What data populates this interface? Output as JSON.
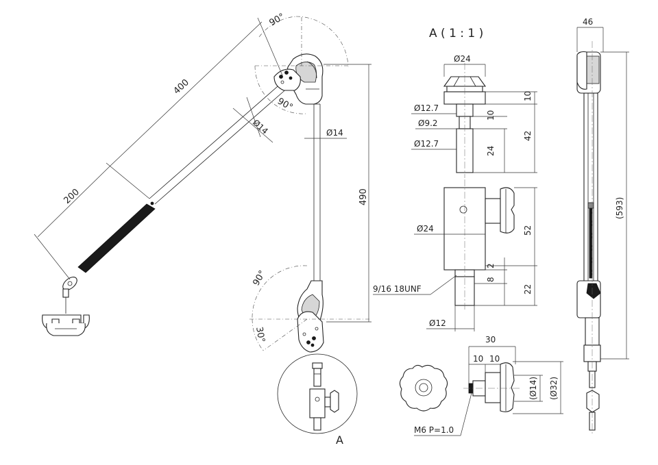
{
  "arm": {
    "length_upper": "400",
    "length_lower": "200",
    "angle_top": "90°",
    "angle_mid": "90°",
    "dia_arm": "Ø14",
    "dia_pole": "Ø14",
    "height_pole": "490",
    "angle_bottom": "90°",
    "angle_tilt": "30°",
    "detail_label": "A"
  },
  "detail": {
    "title": "A ( 1 : 1 )",
    "dia_24_top": "Ø24",
    "dia_127_a": "Ø12.7",
    "dia_92": "Ø9.2",
    "dia_127_b": "Ø12.7",
    "dim_10_a": "10",
    "dim_10_b": "10",
    "dim_42": "42",
    "dim_24": "24",
    "dia_24_body": "Ø24",
    "dim_52": "52",
    "dim_2": "2",
    "dim_8": "8",
    "dim_22": "22",
    "thread": "9/16 18UNF",
    "dia_12": "Ø12"
  },
  "knob": {
    "dim_30": "30",
    "dim_10_a": "10",
    "dim_10_b": "10",
    "dia_14": "(Ø14)",
    "dia_32": "(Ø32)",
    "thread": "M6 P=1.0"
  },
  "side": {
    "width": "46",
    "height": "(593)"
  }
}
